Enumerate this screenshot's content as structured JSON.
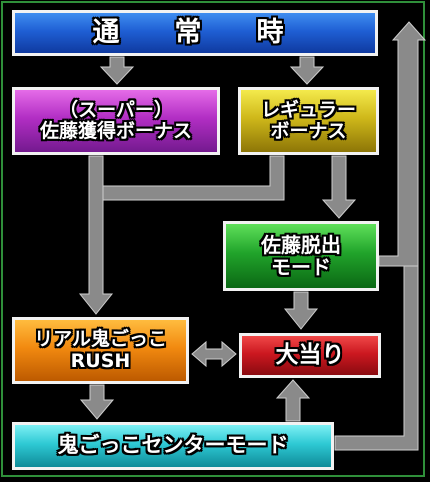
{
  "nodes": {
    "normal": "通　常　時",
    "super_bonus": [
      "（スーパー）",
      "佐藤獲得ボーナス"
    ],
    "regular_bonus": [
      "レギュラー",
      "ボーナス"
    ],
    "escape_mode": [
      "佐藤脱出",
      "モード"
    ],
    "rush": [
      "リアル鬼ごっこ",
      "RUSH"
    ],
    "jackpot": "大当り",
    "center_mode": "鬼ごっこセンターモード"
  },
  "colors": {
    "normal": "#1f5fd4",
    "super_bonus": "#b22ec4",
    "regular_bonus": "#cfb81a",
    "escape_mode": "#21a42b",
    "rush": "#f28a10",
    "jackpot": "#cc1820",
    "center_mode": "#2ec9d4",
    "arrow": "#8a8a8a",
    "border": "#f2f2f2",
    "frame": "#2f8f3a"
  },
  "edges": [
    {
      "from": "normal",
      "to": "super_bonus"
    },
    {
      "from": "normal",
      "to": "regular_bonus"
    },
    {
      "from": "super_bonus",
      "to": "rush"
    },
    {
      "from": "regular_bonus",
      "to": "rush"
    },
    {
      "from": "regular_bonus",
      "to": "escape_mode"
    },
    {
      "from": "escape_mode",
      "to": "jackpot"
    },
    {
      "from": "escape_mode",
      "to": "normal"
    },
    {
      "from": "rush",
      "to": "jackpot",
      "bidirectional": true
    },
    {
      "from": "rush",
      "to": "center_mode"
    },
    {
      "from": "center_mode",
      "to": "jackpot"
    },
    {
      "from": "center_mode",
      "to": "normal"
    }
  ]
}
